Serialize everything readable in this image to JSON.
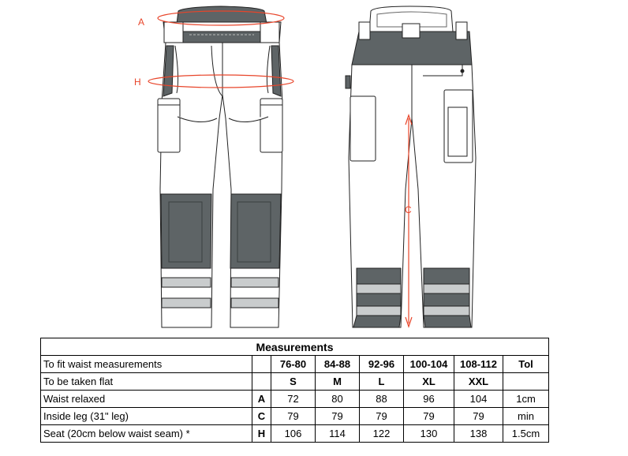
{
  "diagram": {
    "dimension_labels": {
      "waist": "A",
      "seat": "H",
      "inside_leg": "C"
    },
    "colors": {
      "fabric": "#ffffff",
      "panel": "#5e6466",
      "outline": "#222222",
      "measure": "#e8452a",
      "reflective": "#c9cccd"
    }
  },
  "table": {
    "title": "Measurements",
    "rows": [
      {
        "label": "To fit waist measurements",
        "code": "",
        "values": [
          "76-80",
          "84-88",
          "92-96",
          "100-104",
          "108-112"
        ],
        "tol": "Tol",
        "bold": true
      },
      {
        "label": "To be taken flat",
        "code": "",
        "values": [
          "S",
          "M",
          "L",
          "XL",
          "XXL"
        ],
        "tol": "",
        "bold": true
      },
      {
        "label": "Waist relaxed",
        "code": "A",
        "values": [
          "72",
          "80",
          "88",
          "96",
          "104"
        ],
        "tol": "1cm",
        "bold": false
      },
      {
        "label": "Inside leg (31\" leg)",
        "code": "C",
        "values": [
          "79",
          "79",
          "79",
          "79",
          "79"
        ],
        "tol": "min",
        "bold": false
      },
      {
        "label": "Seat (20cm below waist seam) *",
        "code": "H",
        "values": [
          "106",
          "114",
          "122",
          "130",
          "138"
        ],
        "tol": "1.5cm",
        "bold": false
      }
    ]
  }
}
